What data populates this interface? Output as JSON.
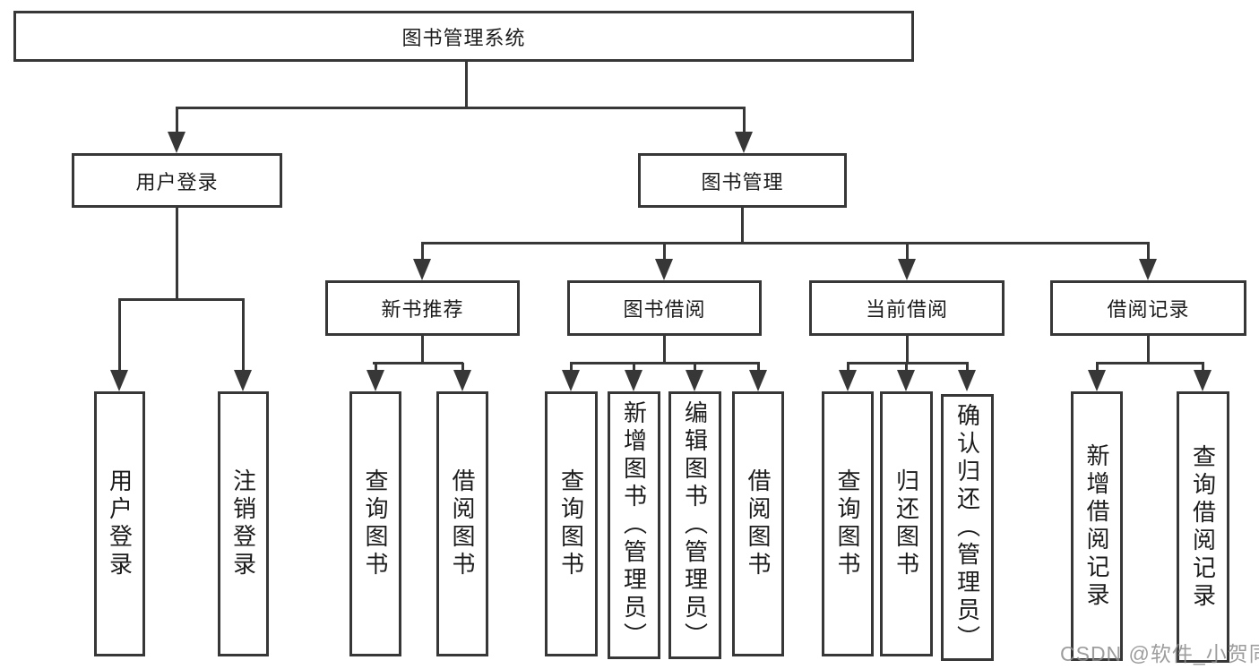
{
  "diagram": {
    "root": {
      "label": "图书管理系统"
    },
    "level1": [
      {
        "label": "用户登录"
      },
      {
        "label": "图书管理"
      }
    ],
    "level2": [
      {
        "label": "新书推荐"
      },
      {
        "label": "图书借阅"
      },
      {
        "label": "当前借阅"
      },
      {
        "label": "借阅记录"
      }
    ],
    "leaves": {
      "user_login": [
        {
          "label": "用户登录"
        },
        {
          "label": "注销登录"
        }
      ],
      "new_book": [
        {
          "label": "查询图书"
        },
        {
          "label": "借阅图书"
        }
      ],
      "book_borrow": [
        {
          "label": "查询图书"
        },
        {
          "label": "新增图书（管理员）"
        },
        {
          "label": "编辑图书（管理员）"
        },
        {
          "label": "借阅图书"
        }
      ],
      "current_borrow": [
        {
          "label": "查询图书"
        },
        {
          "label": "归还图书"
        },
        {
          "label": "确认归还（管理员）"
        }
      ],
      "borrow_record": [
        {
          "label": "新增借阅记录"
        },
        {
          "label": "查询借阅记录"
        }
      ]
    }
  },
  "watermark": {
    "text": "CSDN @软件_小贺同学"
  },
  "colors": {
    "line": "#373737",
    "text": "#1c1c1c",
    "watermark": "#8c8c8c",
    "background": "#ffffff"
  }
}
